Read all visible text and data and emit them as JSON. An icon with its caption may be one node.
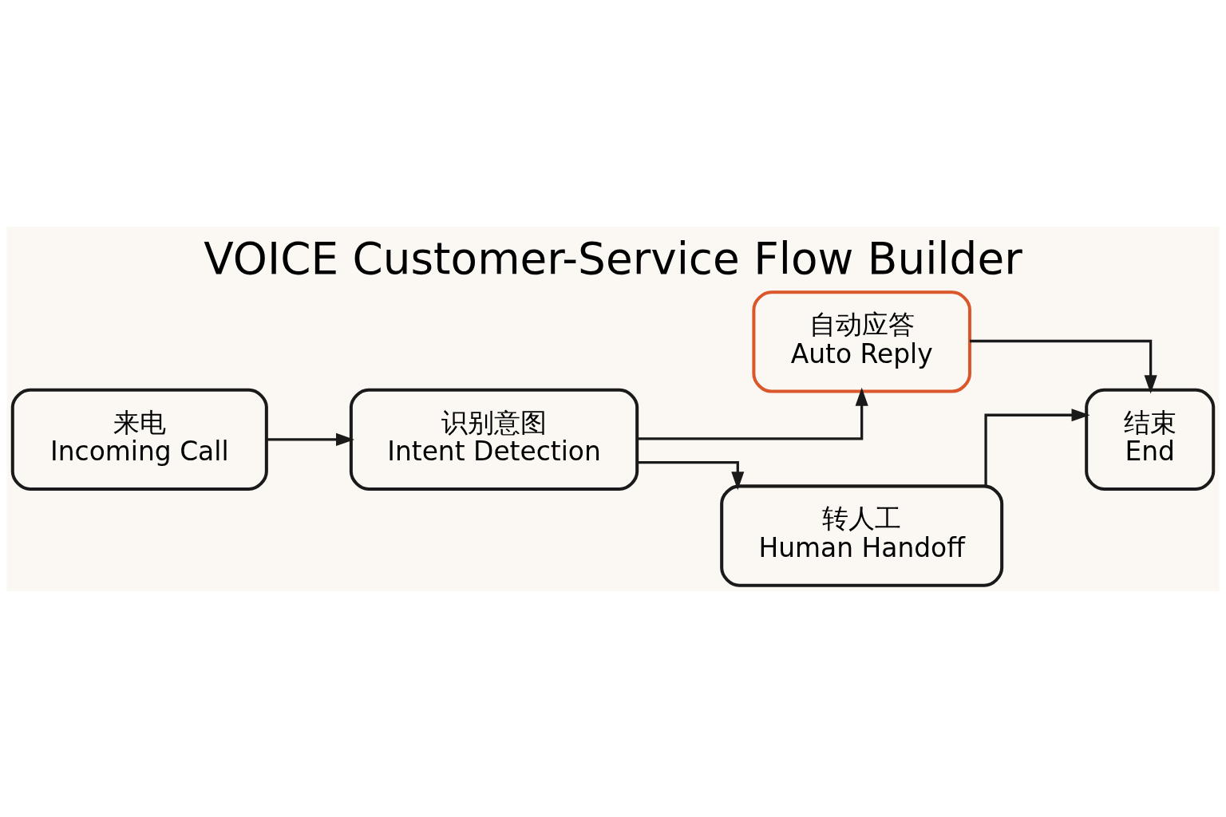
{
  "diagram": {
    "title": "VOICE Customer-Service Flow Builder",
    "nodes": [
      {
        "text": [
          "来电",
          "Incoming Call"
        ]
      },
      {
        "text": [
          "识别意图",
          "Intent Detection"
        ]
      },
      {
        "text": [
          "自动应答",
          "Auto Reply"
        ]
      },
      {
        "text": [
          "转人工",
          "Human Handoff"
        ]
      },
      {
        "text": [
          "结束",
          "End"
        ]
      }
    ],
    "edges": [
      {
        "from": 0,
        "to": 1,
        "arrow": "to"
      },
      {
        "from": 1,
        "to": 2,
        "arrow": "to"
      },
      {
        "from": 1,
        "to": 3,
        "arrow": "to"
      },
      {
        "from": 2,
        "to": 4,
        "arrow": "to"
      },
      {
        "from": 3,
        "to": 4,
        "arrow": "to"
      }
    ]
  }
}
